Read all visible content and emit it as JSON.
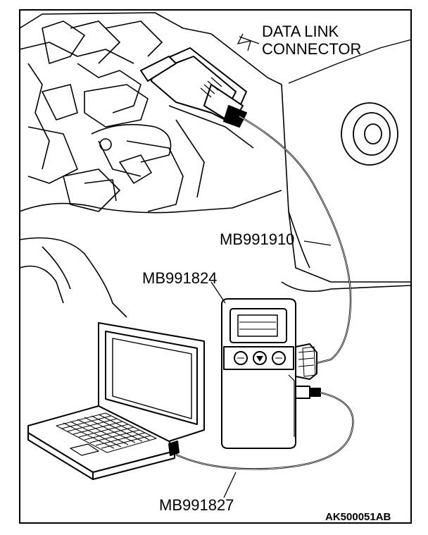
{
  "labels": {
    "data_link_connector_line1": "DATA LINK",
    "data_link_connector_line2": "CONNECTOR",
    "cable_mb991910": "MB991910",
    "tester_mb991824": "MB991824",
    "cable_mb991827": "MB991827",
    "figure_code": "AK500051AB"
  },
  "colors": {
    "line": "#000000",
    "background": "#ffffff",
    "screen_fill": "#1a1a1a"
  }
}
